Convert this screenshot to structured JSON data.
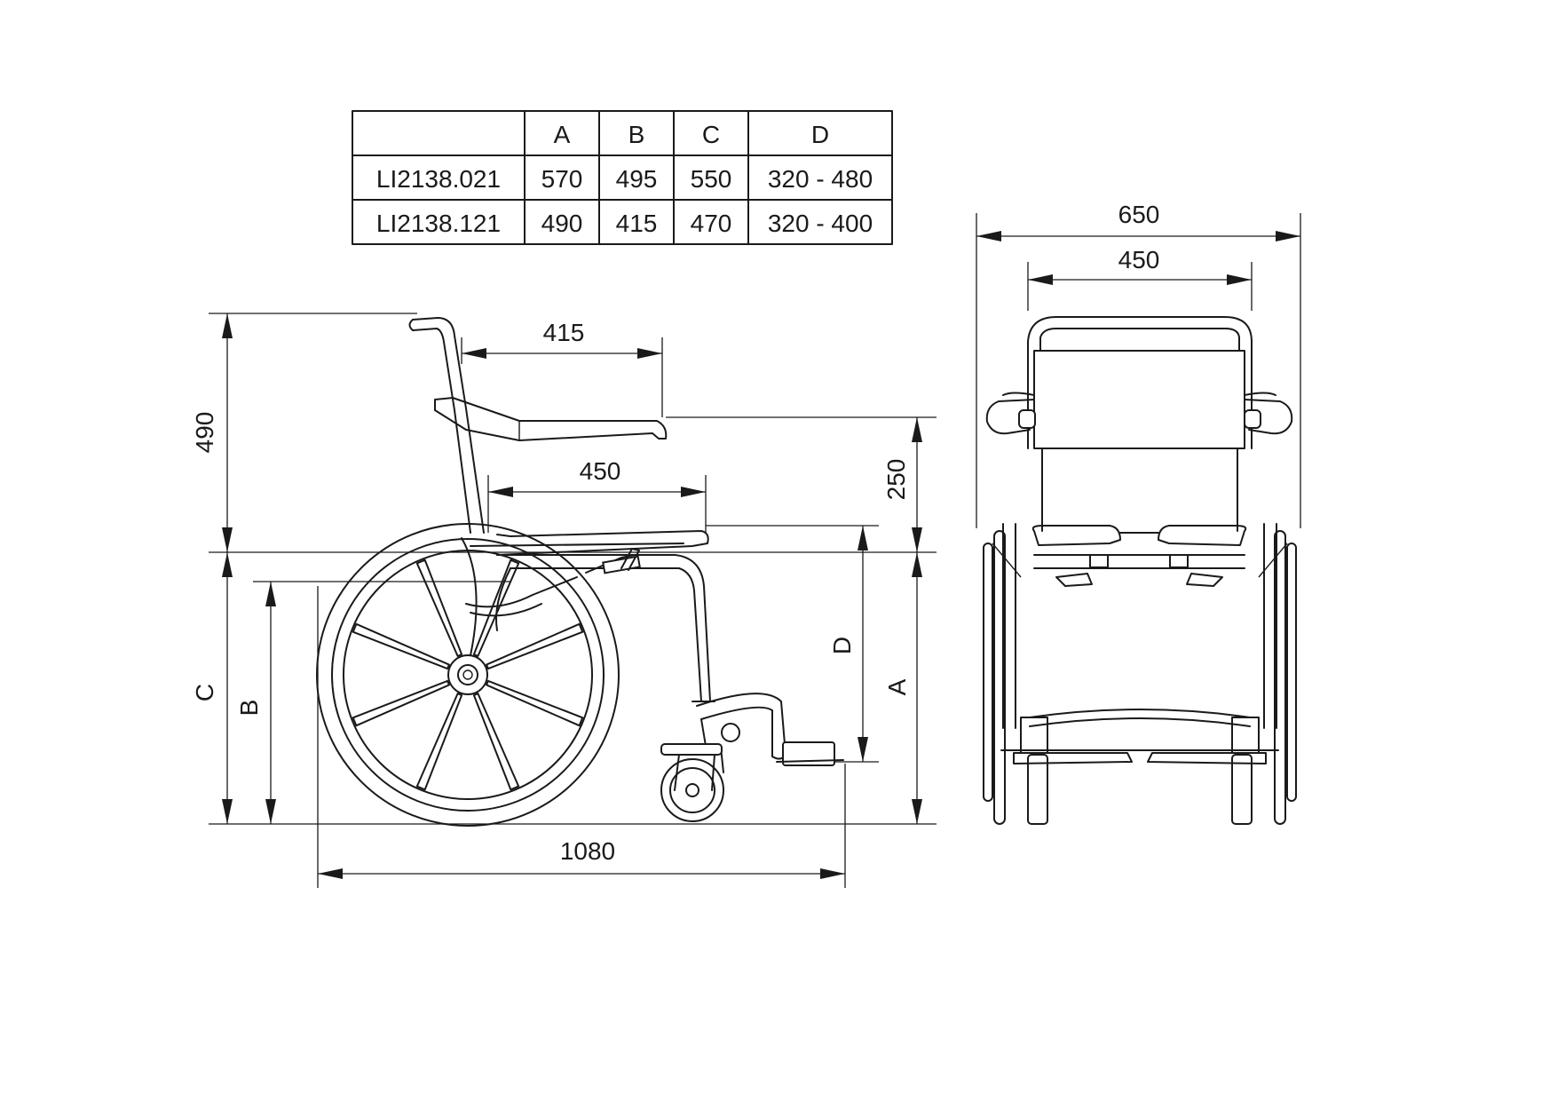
{
  "table": {
    "headers": [
      "",
      "A",
      "B",
      "C",
      "D"
    ],
    "rows": [
      [
        "LI2138.021",
        "570",
        "495",
        "550",
        "320 - 480"
      ],
      [
        "LI2138.121",
        "490",
        "415",
        "470",
        "320 - 400"
      ]
    ]
  },
  "side_view": {
    "dimensions": {
      "backrest_height": "490",
      "armrest_length": "415",
      "seat_depth": "450",
      "armrest_height": "250",
      "overall_length": "1080",
      "label_a": "A",
      "label_b": "B",
      "label_c": "C",
      "label_d": "D"
    }
  },
  "front_view": {
    "dimensions": {
      "overall_width": "650",
      "seat_width": "450"
    }
  }
}
